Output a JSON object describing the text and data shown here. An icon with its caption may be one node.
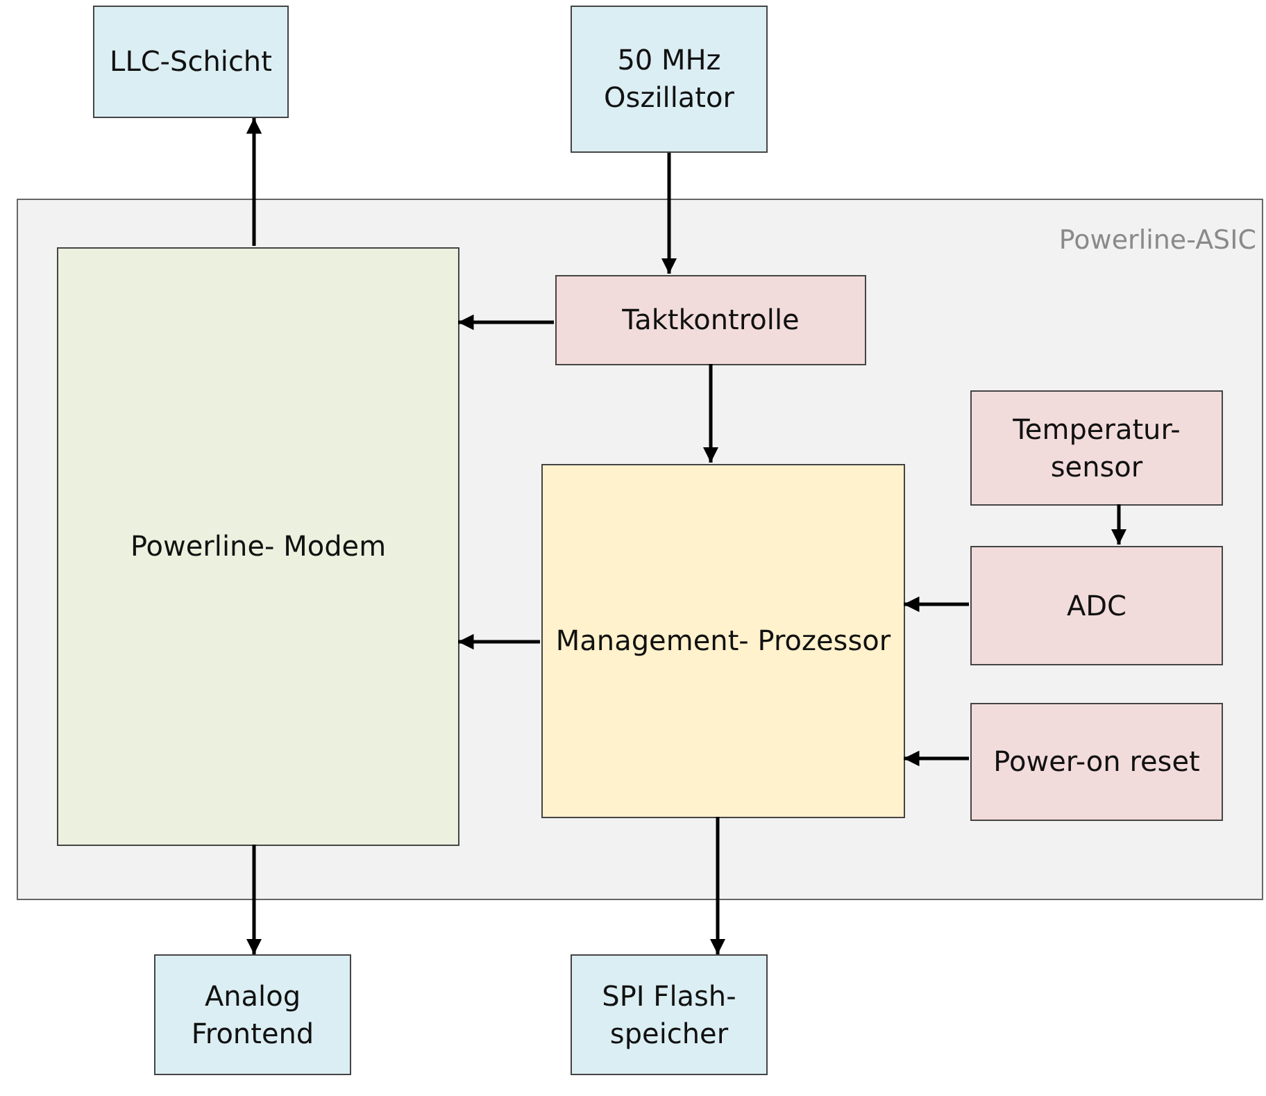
{
  "diagram": {
    "nodes": [
      {
        "text": [
          "LLC-Schicht"
        ]
      },
      {
        "text": [
          "50 MHz Oszillator"
        ]
      },
      {
        "text": [
          "Powerline-ASIC"
        ]
      },
      {
        "text": [
          "Powerline- Modem"
        ],
        "in": 2
      },
      {
        "text": [
          "Taktkontrolle"
        ],
        "in": 2
      },
      {
        "text": [
          "Management- Prozessor"
        ],
        "in": 2
      },
      {
        "text": [
          "Temperatur- sensor"
        ],
        "in": 2
      },
      {
        "text": [
          "ADC"
        ],
        "in": 2
      },
      {
        "text": [
          "Power-on reset"
        ],
        "in": 2
      },
      {
        "text": [
          "Analog Frontend"
        ]
      },
      {
        "text": [
          "SPI Flash- speicher"
        ]
      }
    ],
    "edges": [
      {
        "from": 3,
        "to": 0,
        "arrow": "to"
      },
      {
        "from": 1,
        "to": 4,
        "arrow": "to"
      },
      {
        "from": 4,
        "to": 3,
        "arrow": "to"
      },
      {
        "from": 4,
        "to": 5,
        "arrow": "to"
      },
      {
        "from": 6,
        "to": 7,
        "arrow": "to"
      },
      {
        "from": 7,
        "to": 5,
        "arrow": "to"
      },
      {
        "from": 8,
        "to": 5,
        "arrow": "to"
      },
      {
        "from": 5,
        "to": 3,
        "arrow": "to"
      },
      {
        "from": 3,
        "to": 9,
        "arrow": "to"
      },
      {
        "from": 5,
        "to": 10,
        "arrow": "to"
      }
    ]
  }
}
